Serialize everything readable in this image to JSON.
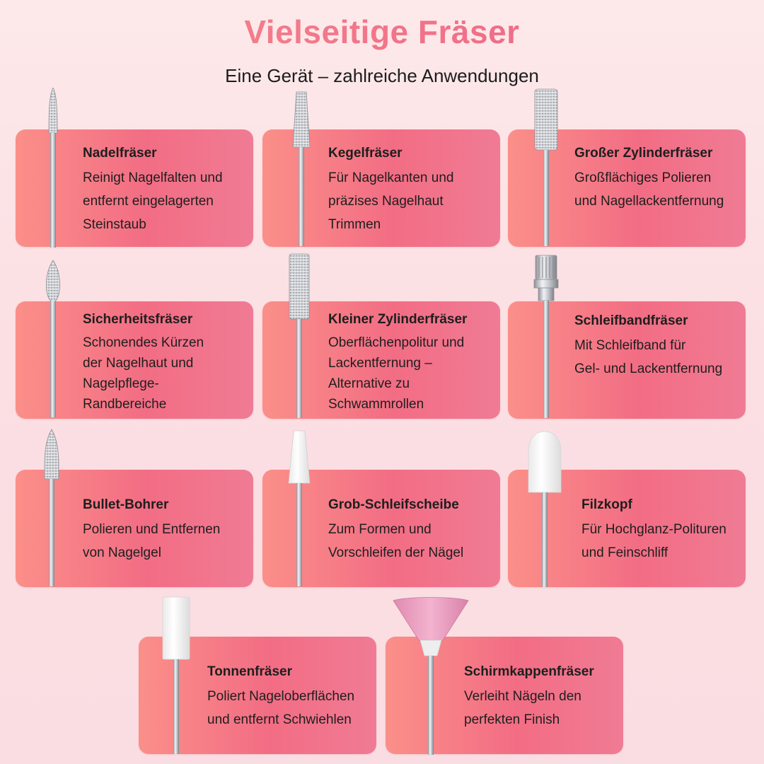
{
  "header": {
    "title": "Vielseitige Fräser",
    "subtitle": "Eine Gerät – zahlreiche Anwendungen"
  },
  "cards": [
    {
      "title": "Nadelfräser",
      "desc": "Reinigt Nagelfalten und\nentfernt eingelagerten\nSteinstaub",
      "icon": "needle-bit-icon"
    },
    {
      "title": "Kegelfräser",
      "desc": "Für Nagelkanten und\npräzises Nagelhaut\nTrimmen",
      "icon": "cone-bit-icon"
    },
    {
      "title": "Großer Zylinderfräser",
      "desc": "Großflächiges Polieren\nund Nagellackentfernung",
      "icon": "large-cylinder-bit-icon"
    },
    {
      "title": "Sicherheitsfräser",
      "desc": "Schonendes Kürzen\nder Nagelhaut und\nNagelpflege-\nRandbereiche",
      "icon": "safety-bit-icon"
    },
    {
      "title": "Kleiner Zylinderfräser",
      "desc": "Oberflächenpolitur und\nLackentfernung –\nAlternative zu\nSchwammrollen",
      "icon": "small-cylinder-bit-icon"
    },
    {
      "title": "Schleifbandfräser",
      "desc": "Mit Schleifband für\nGel- und Lackentfernung",
      "icon": "sanding-band-mandrel-icon"
    },
    {
      "title": "Bullet-Bohrer",
      "desc": "Polieren und Entfernen\nvon Nagelgel",
      "icon": "bullet-bit-icon"
    },
    {
      "title": "Grob-Schleifscheibe",
      "desc": "Zum Formen und\nVorschleifen der Nägel",
      "icon": "coarse-grinding-stone-icon"
    },
    {
      "title": "Filzkopf",
      "desc": "Für Hochglanz-Polituren\nund Feinschliff",
      "icon": "felt-head-icon"
    },
    {
      "title": "Tonnenfräser",
      "desc": "Poliert Nageloberflächen\nund entfernt Schwiehlen",
      "icon": "barrel-bit-icon"
    },
    {
      "title": "Schirmkappenfräser",
      "desc": "Verleiht Nägeln den\nperfekten Finish",
      "icon": "umbrella-cap-bit-icon"
    }
  ]
}
